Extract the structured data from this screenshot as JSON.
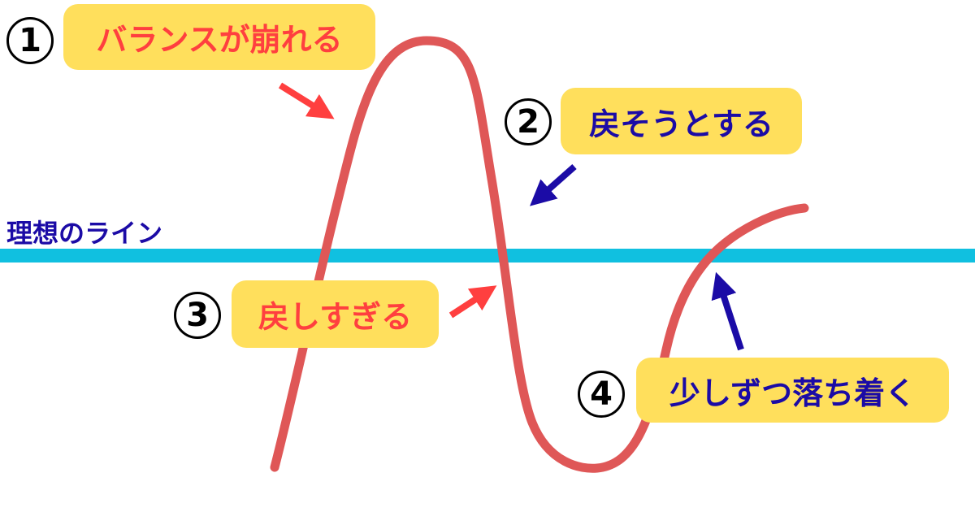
{
  "ideal_line_label": "理想のライン",
  "steps": [
    {
      "number": "1",
      "label": "バランスが崩れる"
    },
    {
      "number": "2",
      "label": "戻そうとする"
    },
    {
      "number": "3",
      "label": "戻しすぎる"
    },
    {
      "number": "4",
      "label": "少しずつ落ち着く"
    }
  ],
  "colors": {
    "curve": "#DF5757",
    "ideal_line": "#10C0E0",
    "label_bg": "#FFDF5C",
    "red_text": "#FF3F3F",
    "blue_text": "#1B0BA6"
  }
}
